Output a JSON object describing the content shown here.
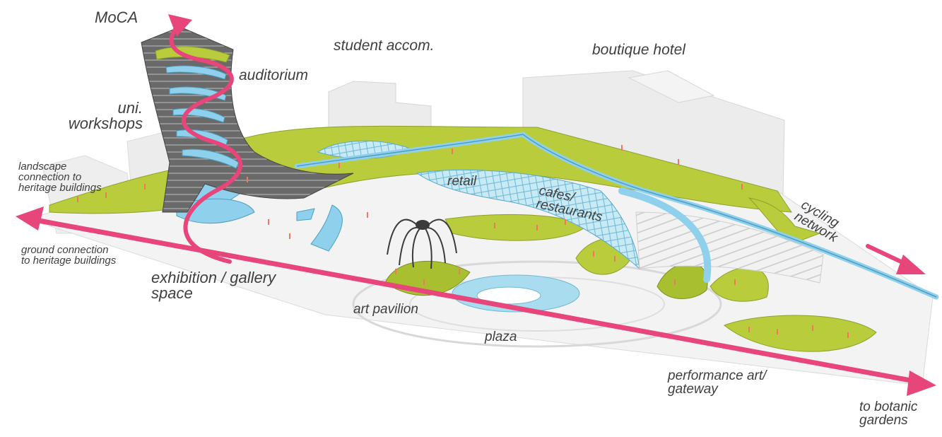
{
  "labels": {
    "moca": "MoCA",
    "student_accom": "student accom.",
    "boutique_hotel": "boutique hotel",
    "auditorium": "auditorium",
    "uni_workshops": [
      "uni.",
      "workshops"
    ],
    "landscape_connection": [
      "landscape",
      "connection to",
      "heritage buildings"
    ],
    "retail": "retail",
    "cafes_restaurants": [
      "cafes/",
      "restaurants"
    ],
    "cycling_network": [
      "cycling",
      "network"
    ],
    "ground_connection": [
      "ground connection",
      "to heritage buildings"
    ],
    "exhibition_gallery": [
      "exhibition / gallery",
      "space"
    ],
    "art_pavilion": "art pavilion",
    "plaza": "plaza",
    "performance_art": [
      "performance art/",
      "gateway"
    ],
    "to_botanic_gardens": [
      "to botanic",
      "gardens"
    ]
  },
  "colors": {
    "arrow": "#e8457a",
    "landscape": "#b9cc3c",
    "water": "#8fd0ec",
    "building": "#ececec",
    "canopy": "#a9dcef",
    "label": "#3f3f3f"
  }
}
